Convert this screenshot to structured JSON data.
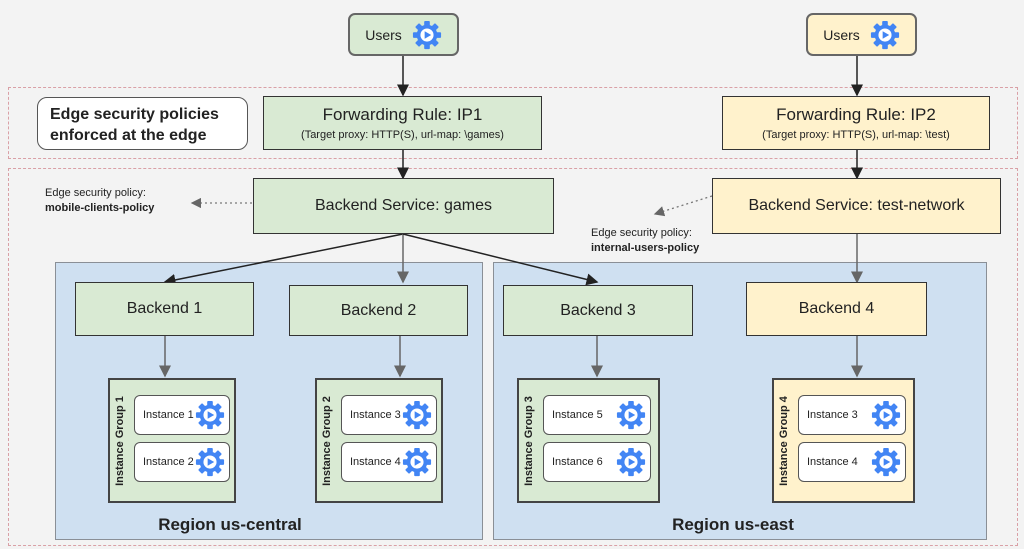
{
  "users_left": {
    "label": "Users",
    "icon": "gear-play-icon"
  },
  "users_right": {
    "label": "Users",
    "icon": "gear-play-icon"
  },
  "edge_note": {
    "line1": "Edge security policies",
    "line2": "enforced at the edge"
  },
  "forwarding_left": {
    "title": "Forwarding Rule: IP1",
    "subtitle": "(Target proxy: HTTP(S), url-map: \\games)"
  },
  "forwarding_right": {
    "title": "Forwarding Rule: IP2",
    "subtitle": "(Target proxy: HTTP(S), url-map: \\test)"
  },
  "service_left": {
    "title": "Backend Service: games"
  },
  "service_right": {
    "title": "Backend Service: test-network"
  },
  "policy_left": {
    "prefix": "Edge security policy:",
    "name": "mobile-clients-policy"
  },
  "policy_right": {
    "prefix": "Edge security policy:",
    "name": "internal-users-policy"
  },
  "backends": [
    {
      "label": "Backend 1"
    },
    {
      "label": "Backend 2"
    },
    {
      "label": "Backend 3"
    },
    {
      "label": "Backend 4"
    }
  ],
  "instance_groups": [
    {
      "label": "Instance Group 1",
      "instances": [
        "Instance 1",
        "Instance 2"
      ]
    },
    {
      "label": "Instance Group 2",
      "instances": [
        "Instance 3",
        "Instance 4"
      ]
    },
    {
      "label": "Instance Group 3",
      "instances": [
        "Instance 5",
        "Instance 6"
      ]
    },
    {
      "label": "Instance Group 4",
      "instances": [
        "Instance 3",
        "Instance 4"
      ]
    }
  ],
  "regions": [
    {
      "label": "Region us-central"
    },
    {
      "label": "Region us-east"
    }
  ],
  "colors": {
    "green_fill": "#d9ead3",
    "yellow_fill": "#fff2cc",
    "region_fill": "#cfe0f1",
    "gear_blue": "#4285f4",
    "dashed_border": "#d9a0a6"
  }
}
